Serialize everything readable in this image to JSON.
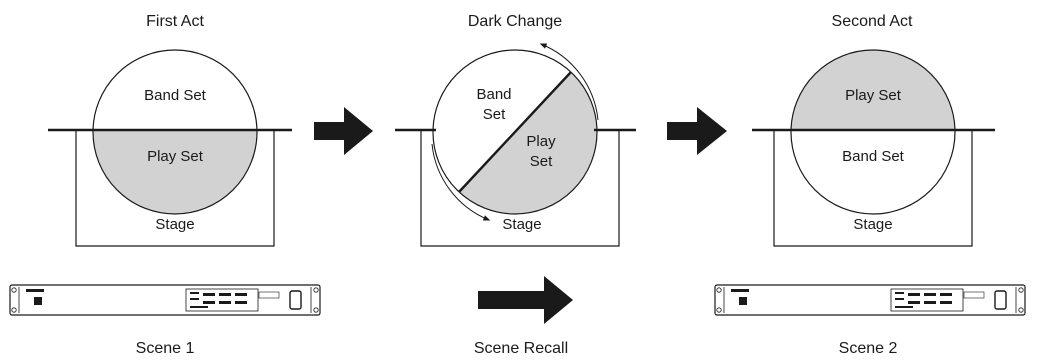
{
  "panels": [
    {
      "title": "First Act",
      "top_label": "Band Set",
      "bottom_label": "Play Set",
      "stage_label": "Stage",
      "caption": "Scene 1"
    },
    {
      "title": "Dark Change",
      "band_label_line1": "Band",
      "band_label_line2": "Set",
      "play_label_line1": "Play",
      "play_label_line2": "Set",
      "stage_label": "Stage",
      "caption": "Scene Recall"
    },
    {
      "title": "Second Act",
      "top_label": "Play Set",
      "bottom_label": "Band Set",
      "stage_label": "Stage",
      "caption": "Scene 2"
    }
  ],
  "colors": {
    "play_set_fill": "#d2d2d2",
    "band_set_fill": "#ffffff",
    "line": "#1a1a1a",
    "arrow": "#1a1a1a"
  }
}
